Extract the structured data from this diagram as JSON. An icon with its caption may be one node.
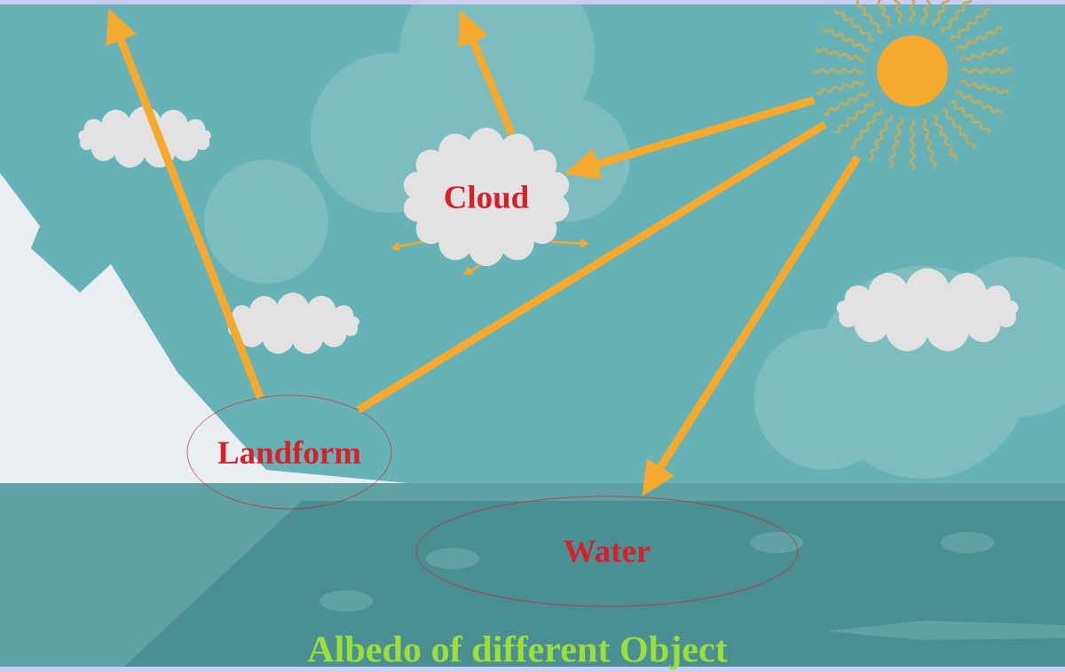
{
  "diagram": {
    "caption": "Albedo of different Object",
    "nodes": [
      {
        "text": [],
        "shape": "circle"
      },
      {
        "text": [
          "Cloud"
        ]
      },
      {
        "text": [
          "Landform"
        ]
      },
      {
        "text": [
          "Water"
        ]
      }
    ],
    "edges": [
      {
        "from": 0,
        "to": 1,
        "arrow": "to"
      },
      {
        "from": 1,
        "to": null,
        "arrow": "to"
      },
      {
        "from": 0,
        "to": 2,
        "arrow": "none"
      },
      {
        "from": 2,
        "to": null,
        "arrow": "to"
      },
      {
        "from": 0,
        "to": 3,
        "arrow": "to"
      },
      {
        "from": 1,
        "to": null,
        "arrow": "to"
      },
      {
        "from": 1,
        "to": null,
        "arrow": "to"
      },
      {
        "from": 1,
        "to": null,
        "arrow": "to"
      }
    ]
  }
}
